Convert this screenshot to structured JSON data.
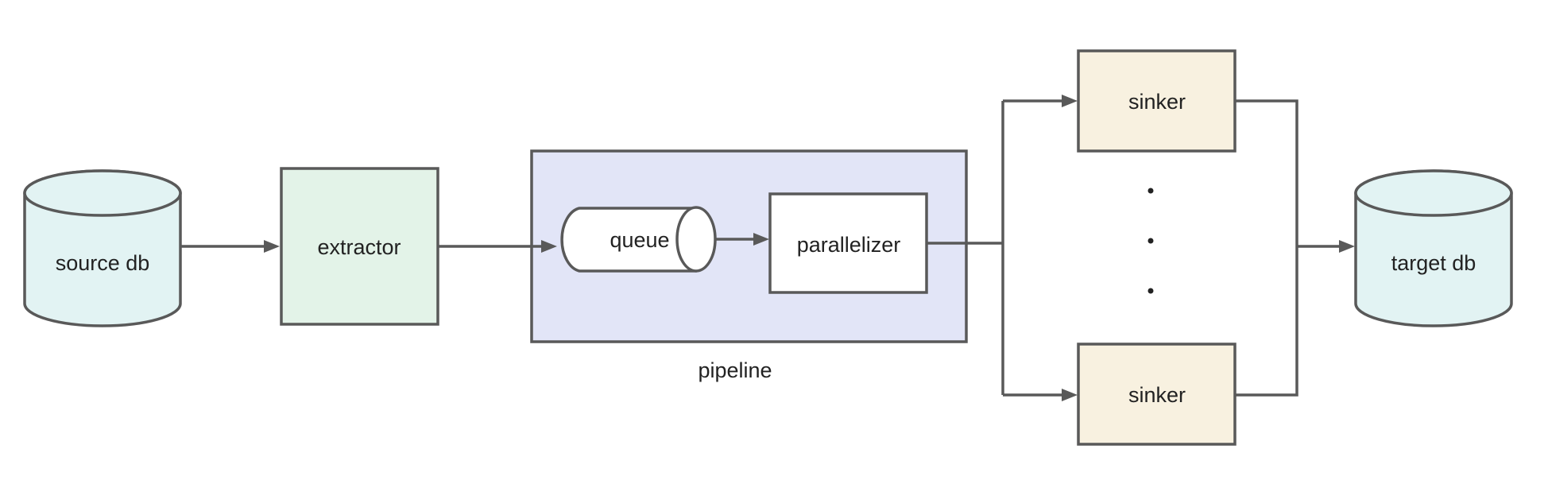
{
  "nodes": {
    "source_db": {
      "label": "source db",
      "fill": "#e2f3f3"
    },
    "extractor": {
      "label": "extractor",
      "fill": "#e3f3e8"
    },
    "pipeline": {
      "label": "pipeline",
      "fill": "#e2e5f7"
    },
    "queue": {
      "label": "queue",
      "fill": "#ffffff"
    },
    "parallelizer": {
      "label": "parallelizer",
      "fill": "#ffffff"
    },
    "sinker_top": {
      "label": "sinker",
      "fill": "#f8f1e0"
    },
    "sinker_bottom": {
      "label": "sinker",
      "fill": "#f8f1e0"
    },
    "target_db": {
      "label": "target db",
      "fill": "#e2f3f3"
    }
  },
  "ellipsis": "• • •",
  "colors": {
    "stroke": "#595959",
    "text": "#222222",
    "background": "#ffffff"
  }
}
